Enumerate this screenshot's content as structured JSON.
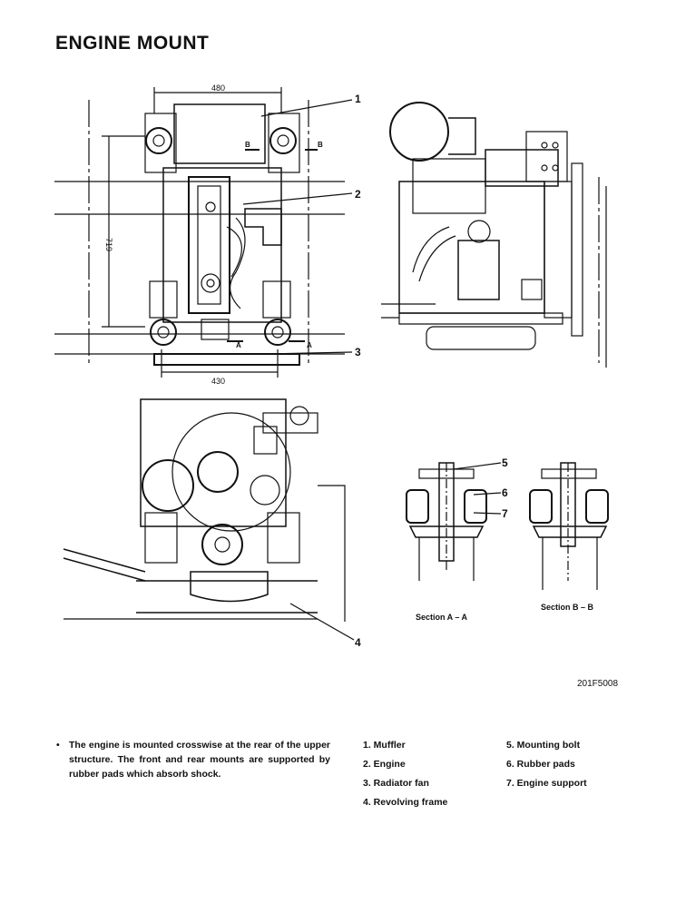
{
  "title": "ENGINE MOUNT",
  "figure": {
    "dim_width": "480",
    "dim_height": "719",
    "dim_bottom": "430",
    "section_mark_a": "A",
    "section_mark_b": "B",
    "callouts": [
      "1",
      "2",
      "3",
      "4",
      "5",
      "6",
      "7"
    ],
    "section_aa_label": "Section A – A",
    "section_bb_label": "Section B – B",
    "figure_number": "201F5008"
  },
  "note": {
    "bullet": "•",
    "text": "The engine is mounted crosswise at the rear of the upper structure. The front and rear mounts are supported by rubber pads which absorb shock."
  },
  "legend_col1": [
    "1. Muffler",
    "2. Engine",
    "3. Radiator fan",
    "4. Revolving frame"
  ],
  "legend_col2": [
    "5. Mounting bolt",
    "6. Rubber pads",
    "7. Engine support"
  ]
}
